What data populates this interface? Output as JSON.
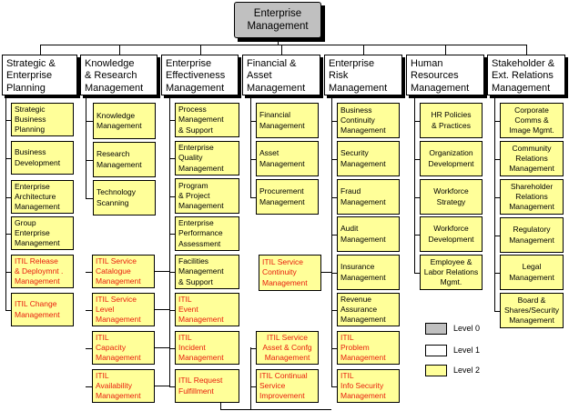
{
  "root": {
    "label": "Enterprise\nManagement"
  },
  "departments": [
    {
      "label": "Strategic &\nEnterprise\nPlanning"
    },
    {
      "label": "Knowledge\n& Research\nManagement"
    },
    {
      "label": "Enterprise\nEffectiveness\nManagement"
    },
    {
      "label": "Financial &\nAsset\nManagement"
    },
    {
      "label": "Enterprise\nRisk\nManagement"
    },
    {
      "label": "Human\nResources\nManagement"
    },
    {
      "label": "Stakeholder &\nExt. Relations\nManagement"
    }
  ],
  "functions": [
    {
      "label": "Strategic\nBusiness\nPlanning"
    },
    {
      "label": "Business\nDevelopment"
    },
    {
      "label": "Enterprise\nArchitecture\nManagement"
    },
    {
      "label": "Group\nEnterprise\nManagement"
    },
    {
      "label": "ITIL Release\n& Deploymnt  .\nManagement"
    },
    {
      "label": "ITIL Change\nManagement"
    },
    {
      "label": "Knowledge\nManagement"
    },
    {
      "label": "Research\nManagement"
    },
    {
      "label": "Technology\nScanning"
    },
    {
      "label": "ITIL Service\nCatalogue\nManagement"
    },
    {
      "label": "ITIL Service\nLevel\nManagement"
    },
    {
      "label": "ITIL\nCapacity\nManagement"
    },
    {
      "label": "ITIL\nAvailability\nManagement"
    },
    {
      "label": "Process\nManagement\n& Support"
    },
    {
      "label": "Enterprise\nQuality\nManagement"
    },
    {
      "label": "Program\n& Project\nManagement"
    },
    {
      "label": "Enterprise\nPerformance\nAssessment"
    },
    {
      "label": "Facilities\nManagement\n& Support"
    },
    {
      "label": "ITIL\nEvent\nManagement"
    },
    {
      "label": "ITIL\nIncident\nManagement"
    },
    {
      "label": "ITIL Request\nFulfillment"
    },
    {
      "label": "Financial\nManagement"
    },
    {
      "label": "Asset\nManagement"
    },
    {
      "label": "Procurement\nManagement"
    },
    {
      "label": "ITIL Service\nContinuity\nManagement"
    },
    {
      "label": "ITIL Service\nAsset & Confg\nManagement"
    },
    {
      "label": "ITIL Continual\nService\nImprovement"
    },
    {
      "label": "Business\nContinuity\nManagement"
    },
    {
      "label": "Security\nManagement"
    },
    {
      "label": "Fraud\nManagement"
    },
    {
      "label": "Audit\nManagement"
    },
    {
      "label": "Insurance\nManagement"
    },
    {
      "label": "Revenue\nAssurance\nManagement"
    },
    {
      "label": "ITIL\nProblem\nManagement"
    },
    {
      "label": "ITIL\nInfo Security\nManagement"
    },
    {
      "label": "HR Policies\n& Practices"
    },
    {
      "label": "Organization\nDevelopment"
    },
    {
      "label": "Workforce\nStrategy"
    },
    {
      "label": "Workforce\nDevelopment"
    },
    {
      "label": "Employee &\nLabor Relations\nMgmt."
    },
    {
      "label": "Corporate\nComms &\nImage Mgmt."
    },
    {
      "label": "Community\nRelations\nManagement"
    },
    {
      "label": "Shareholder\nRelations\nManagement"
    },
    {
      "label": "Regulatory\nManagement"
    },
    {
      "label": "Legal\nManagement"
    },
    {
      "label": "Board &\nShares/Security\nManagement"
    }
  ],
  "legend": [
    {
      "label": "Level 0",
      "color": "#c0c0c0"
    },
    {
      "label": "Level 1",
      "color": "#ffffff"
    },
    {
      "label": "Level 2",
      "color": "#ffff99"
    }
  ],
  "colors": {
    "level2_fill": "#ffff99",
    "itil_text": "#e81c0c",
    "level0_fill": "#c0c0c0"
  }
}
